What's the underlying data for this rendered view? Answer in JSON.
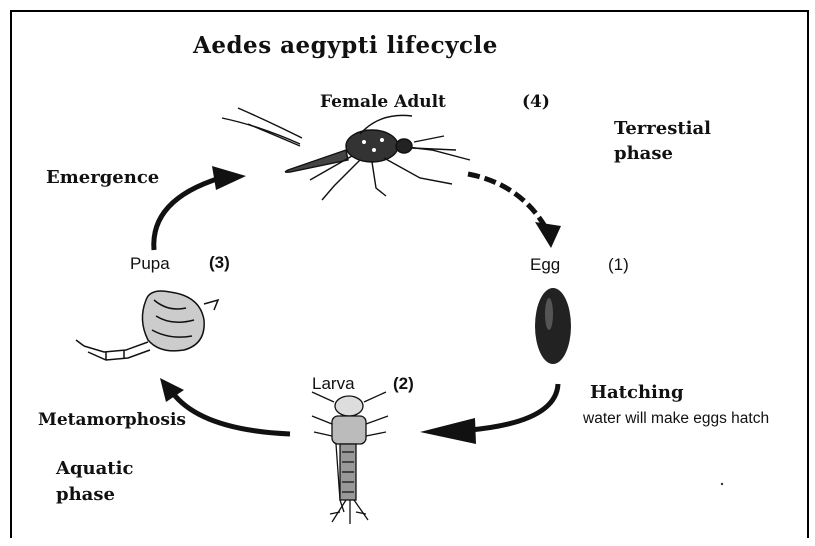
{
  "title": "Aedes aegypti lifecycle",
  "stages": {
    "adult": {
      "label": "Female Adult",
      "number": "(4)"
    },
    "egg": {
      "label": "Egg",
      "number": "(1)"
    },
    "larva": {
      "label": "Larva",
      "number": "(2)"
    },
    "pupa": {
      "label": "Pupa",
      "number": "(3)"
    }
  },
  "transitions": {
    "hatching": {
      "label": "Hatching",
      "note": "water will make eggs hatch"
    },
    "metamorphosis": "Metamorphosis",
    "emergence": "Emergence"
  },
  "phases": {
    "terrestrial": "Terrestial phase",
    "aquatic": "Aquatic phase"
  },
  "icons": [
    "mosquito-adult-icon",
    "egg-icon",
    "larva-icon",
    "pupa-icon"
  ]
}
